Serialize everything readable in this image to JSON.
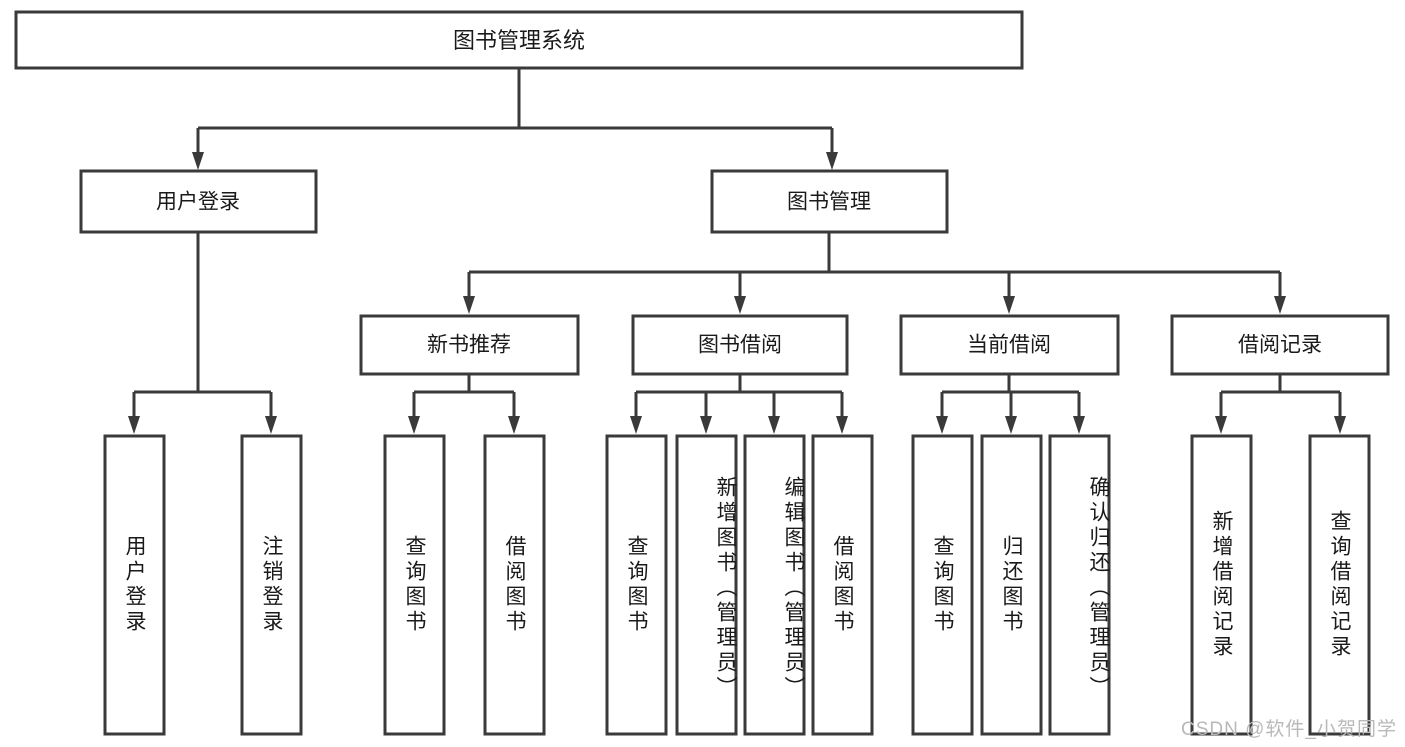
{
  "diagram": {
    "type": "tree-hierarchy",
    "title": "图书管理系统",
    "watermark": "CSDN @软件_小贺同学",
    "root": {
      "id": "root",
      "label": "图书管理系统"
    },
    "level2": [
      {
        "id": "user-login",
        "label": "用户登录"
      },
      {
        "id": "book-manage",
        "label": "图书管理"
      }
    ],
    "level3": [
      {
        "id": "new-book-rec",
        "label": "新书推荐",
        "parent": "book-manage"
      },
      {
        "id": "book-borrow",
        "label": "图书借阅",
        "parent": "book-manage"
      },
      {
        "id": "current-borrow",
        "label": "当前借阅",
        "parent": "book-manage"
      },
      {
        "id": "borrow-record",
        "label": "借阅记录",
        "parent": "book-manage"
      }
    ],
    "leaves": [
      {
        "id": "leaf-user-login",
        "label": "用户登录",
        "parent": "user-login",
        "align": "centered"
      },
      {
        "id": "leaf-logout",
        "label": "注销登录",
        "parent": "user-login",
        "align": "centered"
      },
      {
        "id": "leaf-query-book-1",
        "label": "查询图书",
        "parent": "new-book-rec",
        "align": "centered"
      },
      {
        "id": "leaf-borrow-book-1",
        "label": "借阅图书",
        "parent": "new-book-rec",
        "align": "centered"
      },
      {
        "id": "leaf-query-book-2",
        "label": "查询图书",
        "parent": "book-borrow",
        "align": "centered"
      },
      {
        "id": "leaf-add-book",
        "label": "新增图书（管理员）",
        "parent": "book-borrow",
        "align": "top"
      },
      {
        "id": "leaf-edit-book",
        "label": "编辑图书（管理员）",
        "parent": "book-borrow",
        "align": "top"
      },
      {
        "id": "leaf-borrow-book-2",
        "label": "借阅图书",
        "parent": "book-borrow",
        "align": "centered"
      },
      {
        "id": "leaf-query-book-3",
        "label": "查询图书",
        "parent": "current-borrow",
        "align": "centered"
      },
      {
        "id": "leaf-return-book",
        "label": "归还图书",
        "parent": "current-borrow",
        "align": "centered"
      },
      {
        "id": "leaf-confirm-return",
        "label": "确认归还（管理员）",
        "parent": "current-borrow",
        "align": "top"
      },
      {
        "id": "leaf-add-record",
        "label": "新增借阅记录",
        "parent": "borrow-record",
        "align": "centered"
      },
      {
        "id": "leaf-query-record",
        "label": "查询借阅记录",
        "parent": "borrow-record",
        "align": "centered"
      }
    ],
    "colors": {
      "stroke": "#3a3a3a",
      "fill": "#ffffff",
      "text": "#1a1a1a",
      "watermark": "#b9b9b9"
    }
  }
}
